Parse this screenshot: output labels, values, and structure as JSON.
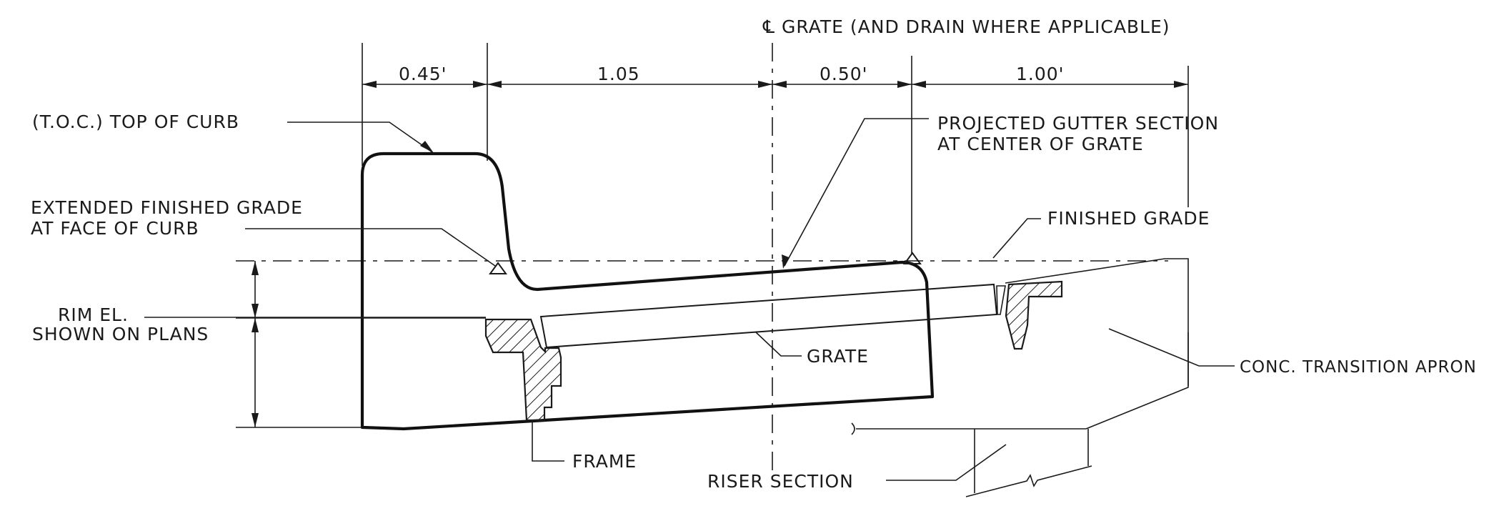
{
  "centerline_label": "℄ GRATE (AND DRAIN WHERE APPLICABLE)",
  "dimensions": {
    "d1": "0.45'",
    "d2": "1.05",
    "d3": "0.50'",
    "d4": "1.00'"
  },
  "labels": {
    "top_of_curb": "(T.O.C.) TOP OF CURB",
    "projected_line1": "PROJECTED GUTTER SECTION",
    "projected_line2": "AT CENTER OF GRATE",
    "extended_line1": "EXTENDED FINISHED GRADE",
    "extended_line2": "AT FACE OF CURB",
    "finished_grade": "FINISHED GRADE",
    "rim_line1": "RIM EL.",
    "rim_line2": "SHOWN ON PLANS",
    "grate": "GRATE",
    "apron": "CONC. TRANSITION APRON",
    "frame": "FRAME",
    "riser": "RISER SECTION"
  },
  "colors": {
    "ink": "#1a1a1a",
    "paper": "#ffffff"
  }
}
